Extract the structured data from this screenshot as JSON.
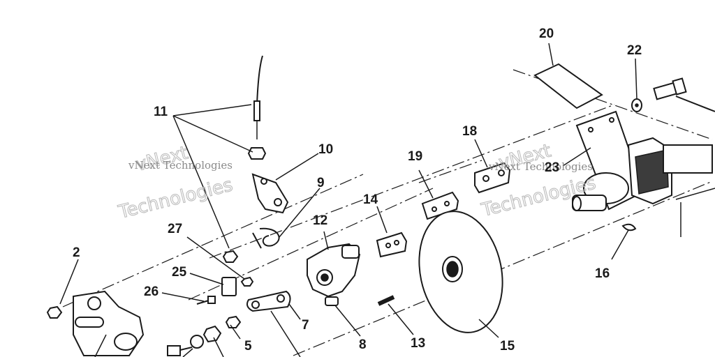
{
  "callouts": [
    "2",
    "5",
    "7",
    "8",
    "9",
    "10",
    "11",
    "12",
    "13",
    "14",
    "15",
    "16",
    "18",
    "19",
    "20",
    "22",
    "23",
    "25",
    "26",
    "27"
  ],
  "watermarks": [
    {
      "main": "vNext",
      "sub": "Technologies",
      "caption": "vNext Technologies"
    },
    {
      "main": "vNext",
      "sub": "Technologies",
      "caption": "vNext Technologies"
    }
  ]
}
